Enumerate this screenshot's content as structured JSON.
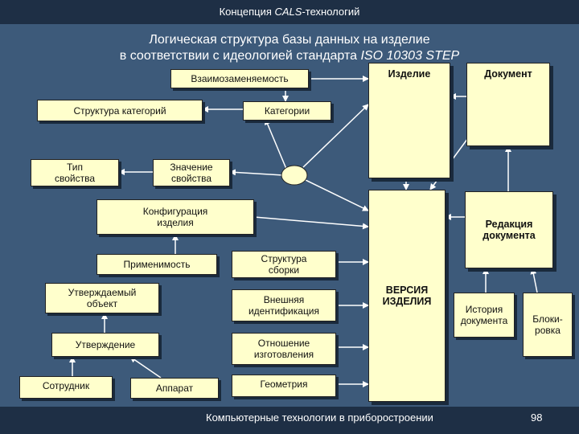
{
  "header": {
    "lead": "Концепция ",
    "accent": "CALS",
    "rest": "-технологий"
  },
  "title": {
    "line1": "Логическая структура базы данных на изделие",
    "line2_start": "в соответствии с идеологией стандарта ",
    "line2_accent": "ISO 10303 STEP"
  },
  "nodes": {
    "vzaimozamen": "Взаимозаменяемость",
    "struktura_kategoriy": "Структура категорий",
    "kategorii": "Категории",
    "izdelie": "Изделие",
    "dokument": "Документ",
    "tip_line1": "Тип",
    "tip_line2": "свойства",
    "znachenie_line1": "Значение",
    "znachenie_line2": "свойства",
    "konfig_line1": "Конфигурация",
    "konfig_line2": "изделия",
    "redakciya_line1": "Редакция",
    "redakciya_line2": "документа",
    "primenimost": "Применимость",
    "struktura_line1": "Структура",
    "struktura_line2": "сборки",
    "utverzhdaemyi_line1": "Утверждаемый",
    "utverzhdaemyi_line2": "объект",
    "vneshnyaya_line1": "Внешняя",
    "vneshnyaya_line2": "идентификация",
    "versiya_line1": "ВЕРСИЯ",
    "versiya_line2": "ИЗДЕЛИЯ",
    "istoriya_line1": "История",
    "istoriya_line2": "документа",
    "blokirovka_line1": "Блоки-",
    "blokirovka_line2": "ровка",
    "utverzhdenie": "Утверждение",
    "otnoshenie_line1": "Отношение",
    "otnoshenie_line2": "изготовления",
    "sotrudnik": "Сотрудник",
    "apparat": "Аппарат",
    "geometriya": "Геометрия"
  },
  "colors": {
    "background": "#3d5a7a",
    "bar": "#1e2f45",
    "box_fill": "#ffffcc",
    "line": "#ffffff"
  },
  "footer": {
    "text": "Компьютерные технологии в приборостроении",
    "page": "98"
  }
}
